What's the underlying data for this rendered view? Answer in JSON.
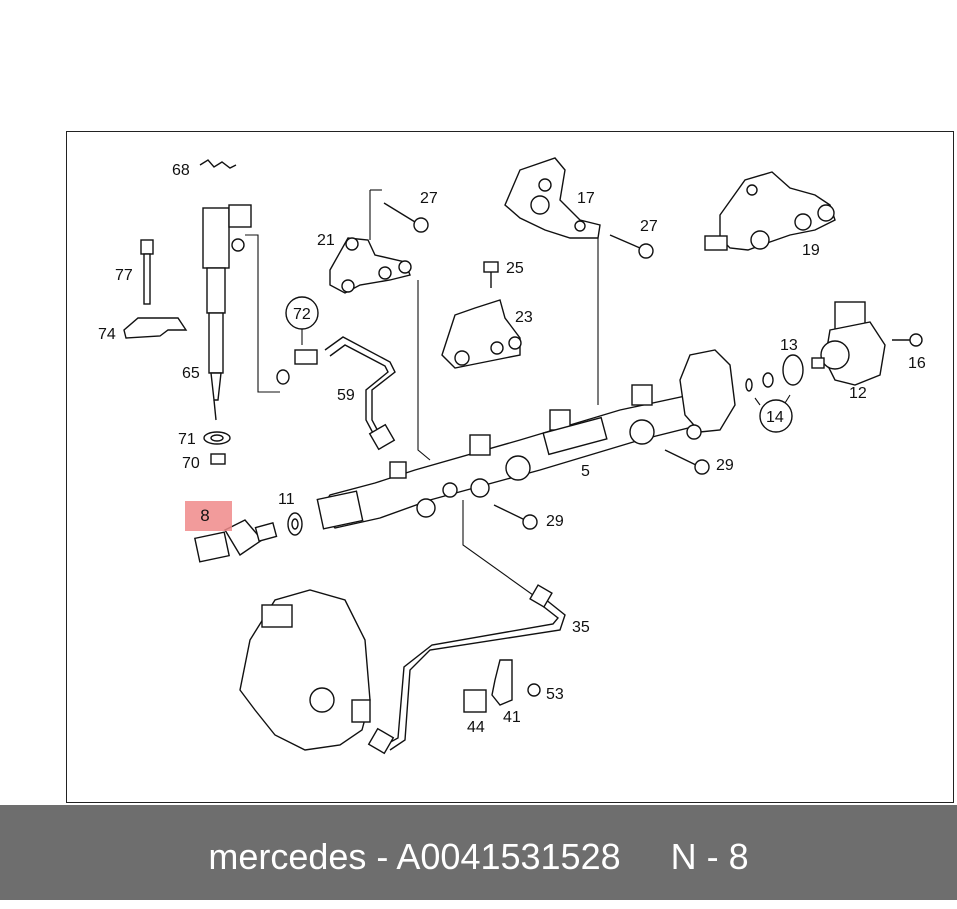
{
  "labels": {
    "p68": "68",
    "p77": "77",
    "p74": "74",
    "p65": "65",
    "p71": "71",
    "p70": "70",
    "p72": "72",
    "p59": "59",
    "p21": "21",
    "p27a": "27",
    "p17": "17",
    "p27b": "27",
    "p19": "19",
    "p25": "25",
    "p23": "23",
    "p13": "13",
    "p16": "16",
    "p12": "12",
    "p14": "14",
    "p29a": "29",
    "p5": "5",
    "p11": "11",
    "p29b": "29",
    "p35": "35",
    "p53": "53",
    "p44": "44",
    "p41": "41"
  },
  "highlight": {
    "label": "8",
    "color": "#f08a8a"
  },
  "footer": {
    "text": "mercedes - A0041531528     N - 8",
    "background": "#6e6e6e"
  }
}
